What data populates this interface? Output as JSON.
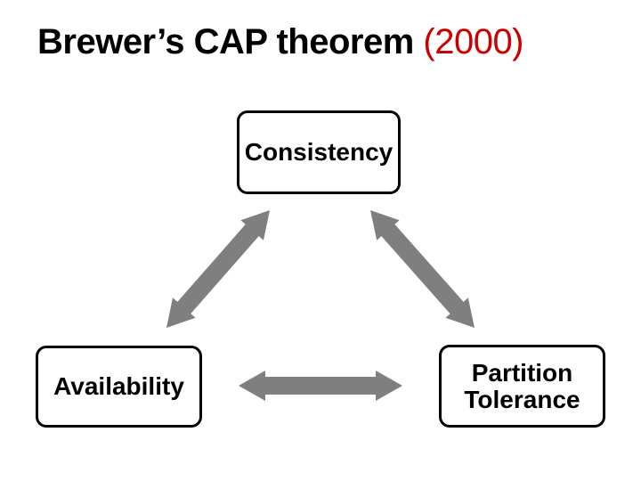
{
  "slide": {
    "title": {
      "main": "Brewer’s CAP theorem",
      "year": " (2000)"
    },
    "nodes": {
      "consistency": {
        "label": "Consistency"
      },
      "availability": {
        "label": "Availability"
      },
      "partition": {
        "lines": [
          "Partition",
          "Tolerance"
        ]
      }
    },
    "edges": [
      {
        "from": "Consistency",
        "to": "Availability",
        "style": "double-arrow"
      },
      {
        "from": "Consistency",
        "to": "Partition Tolerance",
        "style": "double-arrow"
      },
      {
        "from": "Availability",
        "to": "Partition Tolerance",
        "style": "double-arrow"
      }
    ],
    "colors": {
      "background": "#ffffff",
      "title_main": "#000000",
      "title_year": "#cc0000",
      "box_border": "#000000",
      "box_fill": "#ffffff",
      "arrow": "#7f7f7f"
    }
  }
}
